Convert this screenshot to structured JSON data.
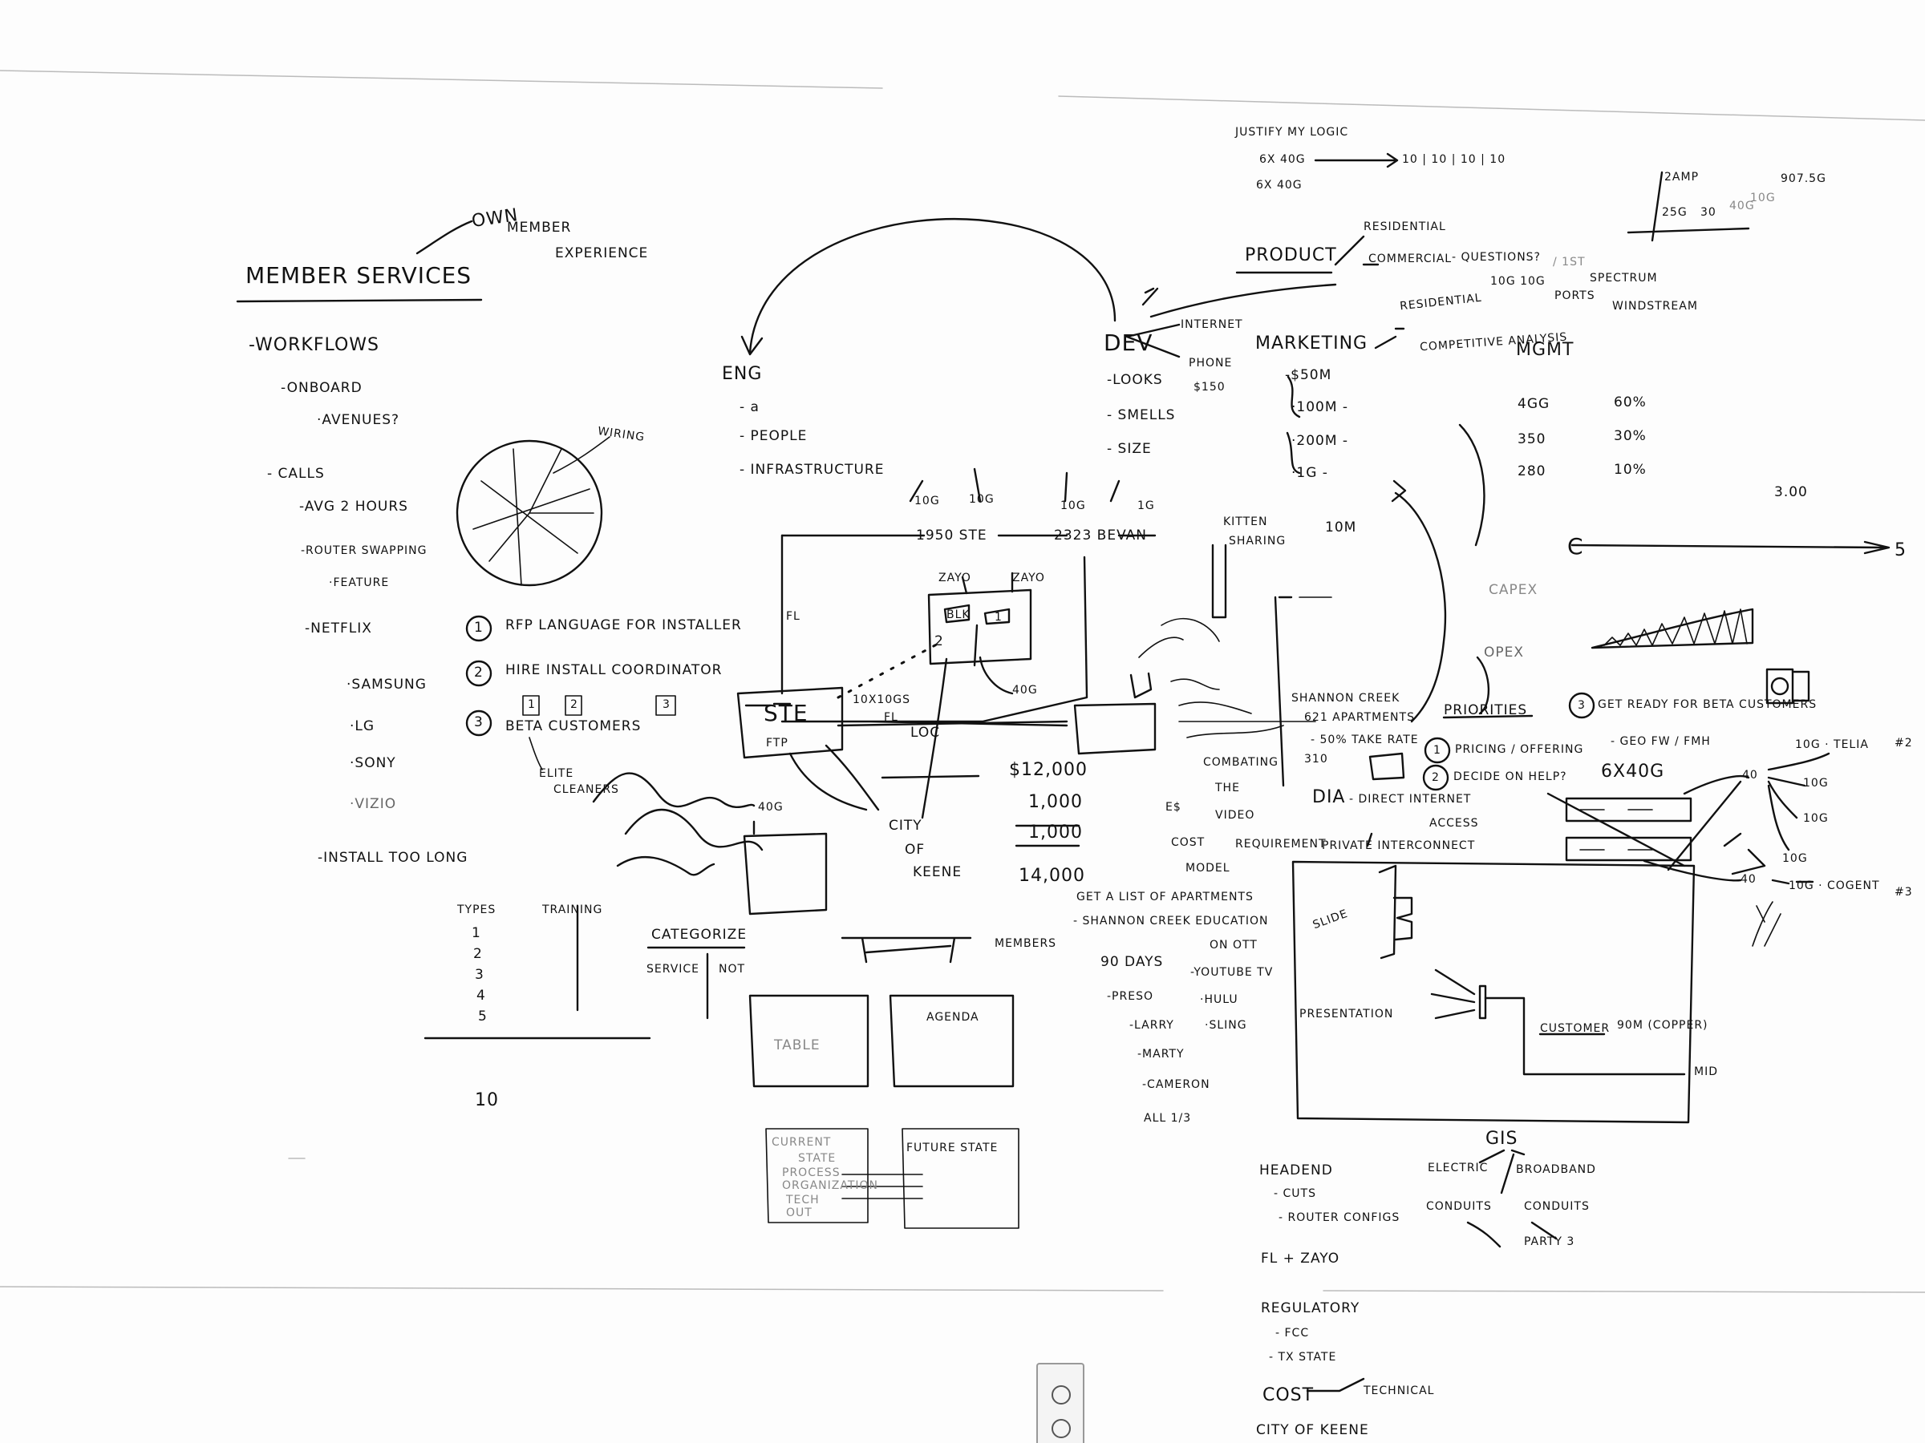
{
  "member_services": {
    "title": "MEMBER SERVICES",
    "own": "OWN",
    "member_experience": [
      "MEMBER",
      "EXPERIENCE"
    ],
    "workflows": "-WORKFLOWS",
    "onboard": "-ONBOARD",
    "avenues": "·AVENUES?",
    "calls": "- CALLS",
    "avg_hours": "-AVG 2 HOURS",
    "router_swapping": "-ROUTER SWAPPING",
    "feature": "·FEATURE",
    "netflix": "-NETFLIX",
    "devices": [
      "·SAMSUNG",
      "·LG",
      "·SONY",
      "·VIZIO"
    ],
    "install_too_long": "-INSTALL TOO LONG",
    "wiring": "WIRING"
  },
  "action_items": [
    {
      "num": "1",
      "text": "RFP LANGUAGE FOR INSTALLER"
    },
    {
      "num": "2",
      "text": "HIRE INSTALL COORDINATOR"
    },
    {
      "num": "3",
      "text": "BETA CUSTOMERS"
    }
  ],
  "beta_boxes": [
    "1",
    "2",
    "3"
  ],
  "elite_cleaners": [
    "ELITE",
    "CLEANERS"
  ],
  "types_table": {
    "types_header": "TYPES",
    "training_header": "TRAINING",
    "rows": [
      "1",
      "2",
      "3",
      "4",
      "5"
    ],
    "total": "10"
  },
  "categorize": {
    "title": "CATEGORIZE",
    "service": "SERVICE",
    "not": "NOT"
  },
  "members_label": "MEMBERS",
  "boxes": {
    "table": "TABLE",
    "agenda": "AGENDA",
    "future_state": "FUTURE STATE"
  },
  "eng": {
    "title": "ENG",
    "items": [
      "- a",
      "- PEOPLE",
      "- INFRASTRUCTURE"
    ]
  },
  "dev": {
    "title": "DEV",
    "internet": "INTERNET",
    "phone": "PHONE",
    "price": "$150",
    "items": [
      "-LOOKS",
      "- SMELLS",
      "- SIZE"
    ]
  },
  "marketing": {
    "title": "MARKETING",
    "items": [
      "-$50M",
      "·100M -",
      "·200M -",
      "·1G -"
    ]
  },
  "product": {
    "title": "PRODUCT",
    "residential": "RESIDENTIAL",
    "commercial": "COMMERCIAL",
    "questions": "- QUESTIONS?",
    "slash": "/ 1ST"
  },
  "residential_row": {
    "label": "RESIDENTIAL",
    "speeds": "10G 10G",
    "ports": "PORTS",
    "spectrum": "SPECTRUM",
    "windstream": "WINDSTREAM"
  },
  "competitive_analysis": "COMPETITIVE ANALYSIS",
  "mgmt": {
    "title": "MGMT",
    "rows": [
      [
        "4GG",
        "60%"
      ],
      [
        "350",
        "30%"
      ],
      [
        "280",
        "10%"
      ]
    ]
  },
  "justify": {
    "title": "JUSTIFY MY LOGIC",
    "lines": [
      "6X 40G",
      "6X 40G"
    ],
    "result": "10 | 10 | 10 | 10"
  },
  "amp_note": {
    "amp": "2AMP",
    "line": "25G",
    "values": [
      "30",
      "40G",
      "10G"
    ],
    "value_right": "907.5G"
  },
  "network": {
    "site_a": "1950 STE",
    "site_a_links": [
      "10G",
      "10G"
    ],
    "site_b": "2323 BEVAN",
    "site_b_links": [
      "10G",
      "1G"
    ],
    "zayo": [
      "ZAYO",
      "ZAYO"
    ],
    "box_labels": [
      "BLK",
      "1",
      "2"
    ],
    "ste": "STE",
    "fl": "FL",
    "fl2": "FL",
    "loc": "LOC",
    "links": "10X10GS",
    "g40": "40G",
    "g40b": "40G",
    "city": [
      "CITY",
      "OF",
      "KEENE"
    ],
    "ftp_label": "FTP"
  },
  "costs": [
    "$12,000",
    "1,000",
    "1,000",
    "14,000"
  ],
  "mid": {
    "kitten_sharing": [
      "KITTEN",
      "SHARING"
    ],
    "tenm": "10M",
    "shannon": "SHANNON CREEK",
    "apartments": "621 APARTMENTS",
    "take_rate": "- 50% TAKE RATE",
    "three_ten": "310",
    "combating": [
      "COMBATING",
      "THE",
      "VIDEO"
    ],
    "cost": "COST",
    "requirement": "REQUIREMENT",
    "model": "MODEL",
    "equals": "E$"
  },
  "dia": {
    "title": "DIA",
    "text": "- DIRECT INTERNET",
    "access": "ACCESS",
    "private": "PRIVATE INTERCONNECT"
  },
  "list_of_apartments": [
    "GET A LIST OF APARTMENTS",
    "- SHANNON CREEK EDUCATION",
    "ON OTT"
  ],
  "ninety_days": {
    "title": "90 DAYS",
    "preso": "-PRESO",
    "streaming": [
      "-YOUTUBE TV",
      "·HULU",
      "·SLING"
    ],
    "people": [
      "-LARRY",
      "-MARTY",
      "-CAMERON"
    ],
    "all": "ALL 1/3"
  },
  "priorities": {
    "title": "PRIORITIES",
    "items": [
      {
        "num": "1",
        "text": "PRICING / OFFERING"
      },
      {
        "num": "2",
        "text": "DECIDE ON HELP?"
      },
      {
        "num": "3",
        "text": "GET READY FOR BETA CUSTOMERS"
      }
    ],
    "beta_sub": "- GEO FW / FMH"
  },
  "capex": "CAPEX",
  "opex": "OPEX",
  "money": {
    "top": "3.00",
    "right": "5"
  },
  "uplinks": {
    "header": "6X40G",
    "telia": "10G · TELIA",
    "telia_num": "#2",
    "cogent": "10G · COGENT",
    "cogent_num": "#3",
    "tens": [
      "10G",
      "10G",
      "10G"
    ],
    "forties": [
      "40",
      "40"
    ]
  },
  "presentation": {
    "title": "PRESENTATION",
    "wall": "SLIDE",
    "customer": "CUSTOMER",
    "copper": "90M (COPPER)",
    "mid": "MID"
  },
  "gis": {
    "title": "GIS",
    "electric": "ELECTRIC",
    "broadband": "BROADBAND",
    "conduits_left": "CONDUITS",
    "conduits_right": "CONDUITS",
    "party": "PARTY 3"
  },
  "headend": {
    "title": "HEADEND",
    "items": [
      "- CUTS",
      "- ROUTER CONFIGS"
    ],
    "fl_zayo": "FL + ZAYO"
  },
  "regulatory": {
    "title": "REGULATORY",
    "items": [
      "- FCC",
      "- TX STATE"
    ]
  },
  "cost_bottom": {
    "title": "COST",
    "technical": "TECHNICAL",
    "city": "CITY OF KEENE"
  },
  "current_state_notes": [
    "CURRENT",
    "STATE",
    "PROCESS",
    "ORGANIZATION",
    "TECH",
    "OUT"
  ]
}
